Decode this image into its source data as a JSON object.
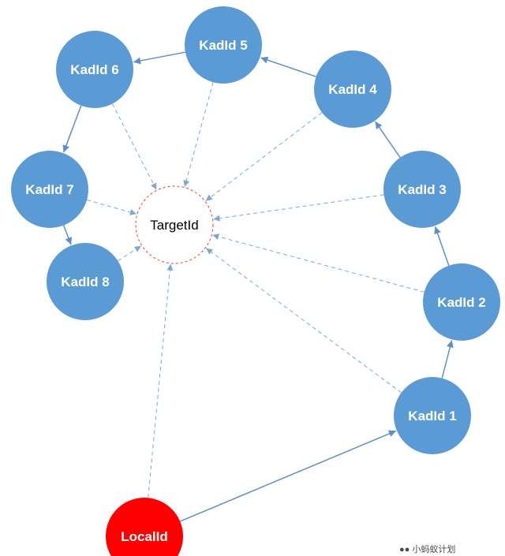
{
  "colors": {
    "node_fill": "#5b9bd5",
    "local_fill": "#ff0000",
    "edge_solid": "#5b8fcc",
    "edge_dashed": "#7aa7dc",
    "target_border": "#ff3333",
    "target_fill": "#ffffff"
  },
  "target": {
    "id": "target",
    "label": "TargetId"
  },
  "local": {
    "id": "local",
    "label": "LocalId"
  },
  "nodes": [
    {
      "id": "k1",
      "label": "KadId 1"
    },
    {
      "id": "k2",
      "label": "KadId 2"
    },
    {
      "id": "k3",
      "label": "KadId 3"
    },
    {
      "id": "k4",
      "label": "KadId 4"
    },
    {
      "id": "k5",
      "label": "KadId 5"
    },
    {
      "id": "k6",
      "label": "KadId 6"
    },
    {
      "id": "k7",
      "label": "KadId 7"
    },
    {
      "id": "k8",
      "label": "KadId 8"
    }
  ],
  "edges_solid": [
    [
      "local",
      "k1"
    ],
    [
      "k1",
      "k2"
    ],
    [
      "k2",
      "k3"
    ],
    [
      "k3",
      "k4"
    ],
    [
      "k4",
      "k5"
    ],
    [
      "k5",
      "k6"
    ],
    [
      "k6",
      "k7"
    ],
    [
      "k7",
      "k8"
    ]
  ],
  "edges_dashed": [
    [
      "local",
      "target"
    ],
    [
      "k1",
      "target"
    ],
    [
      "k2",
      "target"
    ],
    [
      "k3",
      "target"
    ],
    [
      "k4",
      "target"
    ],
    [
      "k5",
      "target"
    ],
    [
      "k6",
      "target"
    ],
    [
      "k7",
      "target"
    ],
    [
      "k8",
      "target"
    ]
  ],
  "watermark": {
    "text": "小蚂蚁计划",
    "icon": "wechat-icon"
  }
}
